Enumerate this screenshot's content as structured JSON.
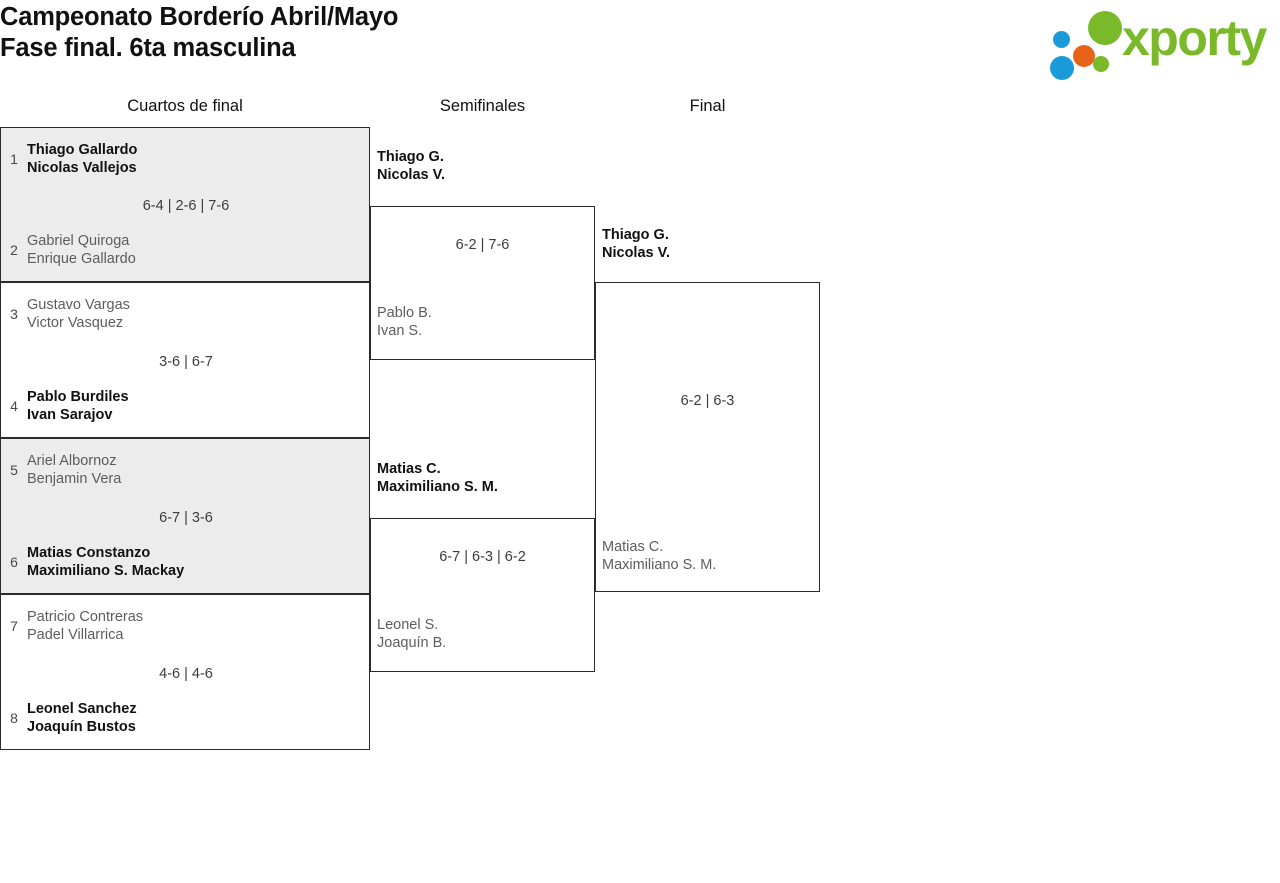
{
  "header": {
    "title_line1": "Campeonato Borderío Abril/Mayo",
    "title_line2": "Fase final. 6ta masculina",
    "logo_word": "xporty",
    "logo_colors": {
      "blue": "#1a9ad8",
      "orange": "#e8631a",
      "green": "#7ab929"
    }
  },
  "rounds": [
    {
      "label": "Cuartos de final"
    },
    {
      "label": "Semifinales"
    },
    {
      "label": "Final"
    }
  ],
  "quarterfinals": [
    {
      "shaded": true,
      "top": {
        "seed": "1",
        "player1": "Thiago Gallardo",
        "player2": "Nicolas Vallejos",
        "result": "winner"
      },
      "bottom": {
        "seed": "2",
        "player1": "Gabriel Quiroga",
        "player2": "Enrique Gallardo",
        "result": "loser"
      },
      "score": "6-4 | 2-6 | 7-6"
    },
    {
      "shaded": false,
      "top": {
        "seed": "3",
        "player1": "Gustavo Vargas",
        "player2": "Victor Vasquez",
        "result": "loser"
      },
      "bottom": {
        "seed": "4",
        "player1": "Pablo Burdiles",
        "player2": "Ivan Sarajov",
        "result": "winner"
      },
      "score": "3-6 | 6-7"
    },
    {
      "shaded": true,
      "top": {
        "seed": "5",
        "player1": "Ariel Albornoz",
        "player2": "Benjamin Vera",
        "result": "loser"
      },
      "bottom": {
        "seed": "6",
        "player1": "Matias Constanzo",
        "player2": "Maximiliano S. Mackay",
        "result": "winner"
      },
      "score": "6-7 | 3-6"
    },
    {
      "shaded": false,
      "top": {
        "seed": "7",
        "player1": "Patricio Contreras",
        "player2": "Padel Villarrica",
        "result": "loser"
      },
      "bottom": {
        "seed": "8",
        "player1": "Leonel Sanchez",
        "player2": "Joaquín Bustos",
        "result": "winner"
      },
      "score": "4-6 | 4-6"
    }
  ],
  "semifinals": [
    {
      "top": {
        "player1": "Thiago G.",
        "player2": "Nicolas V.",
        "result": "winner"
      },
      "bottom": {
        "player1": "Pablo B.",
        "player2": "Ivan S.",
        "result": "loser"
      },
      "score": "6-2 | 7-6"
    },
    {
      "top": {
        "player1": "Matias C.",
        "player2": "Maximiliano S. M.",
        "result": "winner"
      },
      "bottom": {
        "player1": "Leonel S.",
        "player2": "Joaquín B.",
        "result": "loser"
      },
      "score": "6-7 | 6-3 | 6-2"
    }
  ],
  "final": {
    "top": {
      "player1": "Thiago G.",
      "player2": "Nicolas V.",
      "result": "winner"
    },
    "bottom": {
      "player1": "Matias C.",
      "player2": "Maximiliano S. M.",
      "result": "loser"
    },
    "score": "6-2 | 6-3"
  }
}
